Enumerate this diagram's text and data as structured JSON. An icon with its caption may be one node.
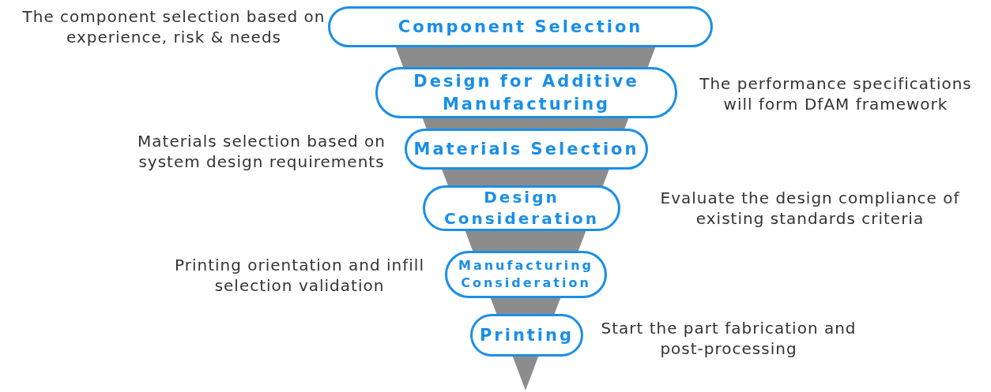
{
  "diagram": {
    "nodes": [
      {
        "text": [
          "Component Selection"
        ],
        "beside": [
          "The component selection based on experience, risk & needs"
        ]
      },
      {
        "text": [
          "Design for Additive Manufacturing"
        ],
        "beside": [
          "The performance specifications will form DfAM framework"
        ]
      },
      {
        "text": [
          "Materials Selection"
        ],
        "beside": [
          "Materials selection based on system design requirements"
        ]
      },
      {
        "text": [
          "Design Consideration"
        ],
        "beside": [
          "Evaluate the design compliance of existing standards criteria"
        ]
      },
      {
        "text": [
          "Manufacturing Consideration"
        ],
        "beside": [
          "Printing orientation and infill selection validation"
        ]
      },
      {
        "text": [
          "Printing"
        ],
        "beside": [
          "Start the part fabrication and post-processing"
        ]
      }
    ]
  }
}
